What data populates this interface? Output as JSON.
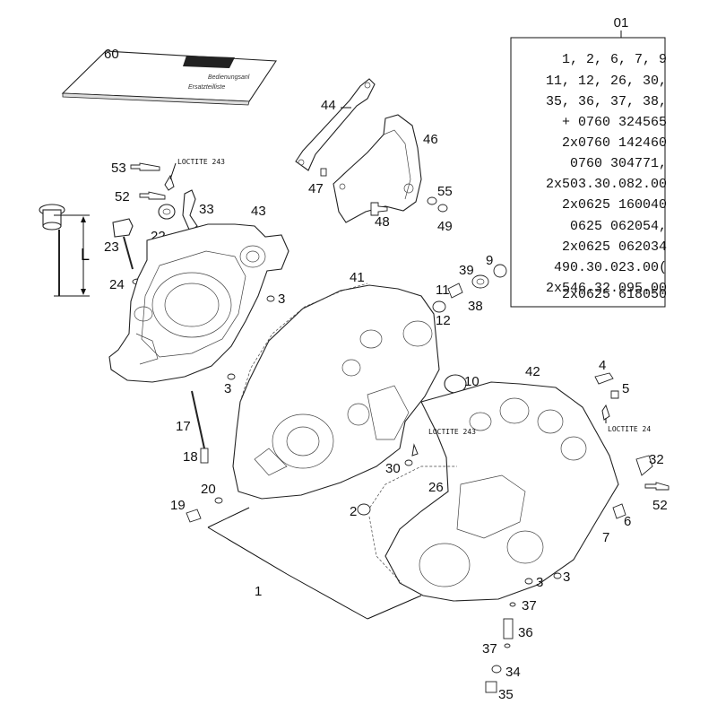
{
  "callouts": [
    {
      "id": "01",
      "text": "01"
    },
    {
      "id": "60",
      "text": "60"
    },
    {
      "id": "44",
      "text": "44"
    },
    {
      "id": "46",
      "text": "46"
    },
    {
      "id": "53",
      "text": "53"
    },
    {
      "id": "52a",
      "text": "52"
    },
    {
      "id": "33",
      "text": "33"
    },
    {
      "id": "22",
      "text": "22"
    },
    {
      "id": "43",
      "text": "43"
    },
    {
      "id": "23",
      "text": "23"
    },
    {
      "id": "24",
      "text": "24"
    },
    {
      "id": "47",
      "text": "47"
    },
    {
      "id": "48",
      "text": "48"
    },
    {
      "id": "55",
      "text": "55"
    },
    {
      "id": "49",
      "text": "49"
    },
    {
      "id": "39",
      "text": "39"
    },
    {
      "id": "9",
      "text": "9"
    },
    {
      "id": "41",
      "text": "41"
    },
    {
      "id": "11",
      "text": "11"
    },
    {
      "id": "38",
      "text": "38"
    },
    {
      "id": "12",
      "text": "12"
    },
    {
      "id": "3a",
      "text": "3"
    },
    {
      "id": "3b",
      "text": "3"
    },
    {
      "id": "10",
      "text": "10"
    },
    {
      "id": "42",
      "text": "42"
    },
    {
      "id": "4",
      "text": "4"
    },
    {
      "id": "5",
      "text": "5"
    },
    {
      "id": "17",
      "text": "17"
    },
    {
      "id": "18",
      "text": "18"
    },
    {
      "id": "30",
      "text": "30"
    },
    {
      "id": "32",
      "text": "32"
    },
    {
      "id": "20",
      "text": "20"
    },
    {
      "id": "26",
      "text": "26"
    },
    {
      "id": "19",
      "text": "19"
    },
    {
      "id": "2",
      "text": "2"
    },
    {
      "id": "52b",
      "text": "52"
    },
    {
      "id": "6",
      "text": "6"
    },
    {
      "id": "7",
      "text": "7"
    },
    {
      "id": "1",
      "text": "1"
    },
    {
      "id": "3c",
      "text": "3"
    },
    {
      "id": "3d",
      "text": "3"
    },
    {
      "id": "37a",
      "text": "37"
    },
    {
      "id": "36",
      "text": "36"
    },
    {
      "id": "37b",
      "text": "37"
    },
    {
      "id": "34",
      "text": "34"
    },
    {
      "id": "35",
      "text": "35"
    }
  ],
  "dimension_label": "L",
  "notes": {
    "loctite_left": "LOCTITE 243",
    "loctite_center": "LOCTITE 243",
    "loctite_right": "LOCTITE 24"
  },
  "kit_box": {
    "lines": [
      "1, 2, 6, 7, 9",
      "11, 12, 26, 30,",
      "35, 36, 37, 38,",
      "+ 0760 324565",
      "2x0760 142460",
      "0760 304771,",
      "2x503.30.082.00",
      "2x0625 160040",
      "0625 062054,",
      "2x0625 062034",
      "490.30.023.00(",
      "2x546.32.095.00",
      "2x0625 618050"
    ]
  },
  "manual": {
    "line1": "Bedienungsanl",
    "line2": "Ersatzteilliste"
  }
}
